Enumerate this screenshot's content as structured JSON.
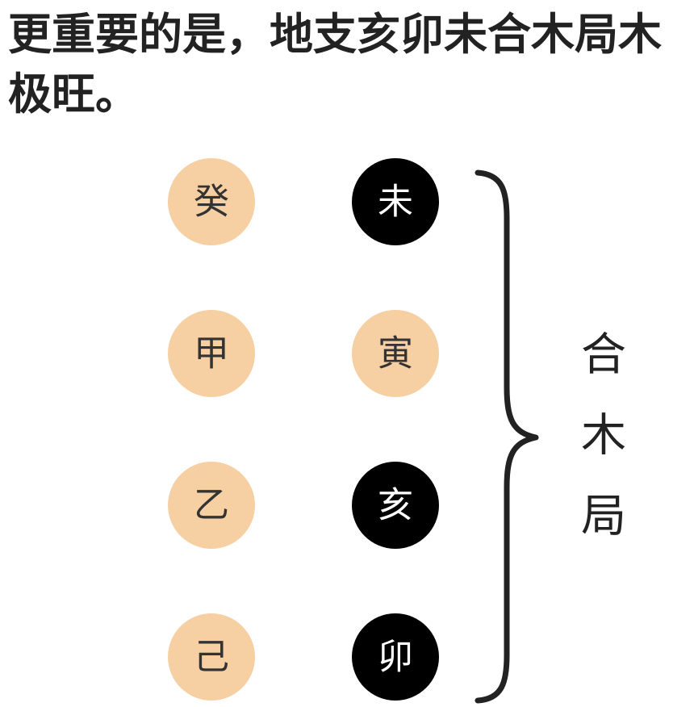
{
  "headline": "更重要的是，地支亥卯未合木局木极旺。",
  "colors": {
    "stem_fill": "#F6CFA3",
    "stem_text": "#333333",
    "branch_dark_fill": "#000000",
    "branch_dark_text": "#FFFFFF",
    "branch_light_fill": "#F6CFA3",
    "branch_light_text": "#333333",
    "bracket": "#222222",
    "label": "#222222"
  },
  "pillars": [
    {
      "stem": "癸",
      "branch": "未",
      "branch_style": "dark"
    },
    {
      "stem": "甲",
      "branch": "寅",
      "branch_style": "light"
    },
    {
      "stem": "乙",
      "branch": "亥",
      "branch_style": "dark"
    },
    {
      "stem": "己",
      "branch": "卯",
      "branch_style": "dark"
    }
  ],
  "group_label": [
    "合",
    "木",
    "局"
  ]
}
